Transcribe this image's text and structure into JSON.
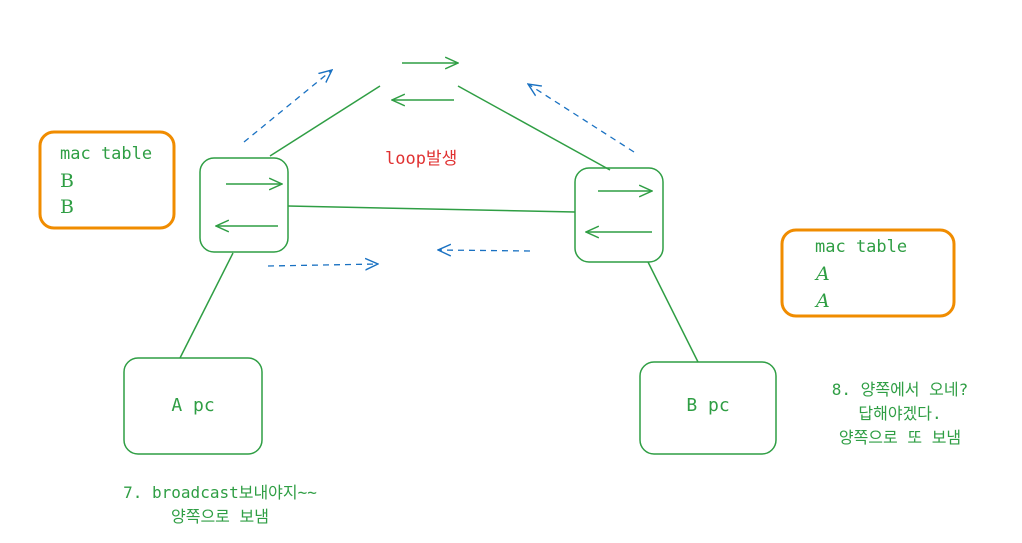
{
  "loop_label": "loop발생",
  "mac_table_left": {
    "title": "mac table",
    "entries": [
      "B",
      "B"
    ]
  },
  "mac_table_right": {
    "title": "mac table",
    "entries": [
      "A",
      "A"
    ]
  },
  "pc_a": {
    "label": "A pc"
  },
  "pc_b": {
    "label": "B pc"
  },
  "note_left": {
    "lines": [
      "7. broadcast보내야지~~",
      "양쪽으로 보냄"
    ]
  },
  "note_right": {
    "lines": [
      "8. 양쪽에서 오네?",
      "답해야겠다.",
      "양쪽으로 또 보냄"
    ]
  },
  "colors": {
    "green": "#2f9e44",
    "orange": "#f08c00",
    "blue": "#1971c2",
    "red": "#e03131"
  }
}
